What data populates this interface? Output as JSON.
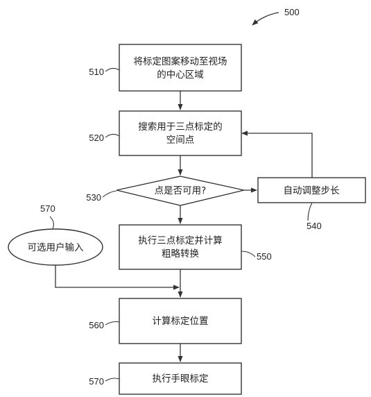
{
  "figure_number": "500",
  "steps": [
    {
      "ref": "510",
      "lines": [
        "将标定图案移动至视场",
        "的中心区域"
      ]
    },
    {
      "ref": "520",
      "lines": [
        "搜索用于三点标定的",
        "空间点"
      ]
    },
    {
      "ref": "530",
      "lines": [
        "点是否可用?"
      ]
    },
    {
      "ref": "540",
      "lines": [
        "自动调整步长"
      ]
    },
    {
      "ref": "550",
      "lines": [
        "执行三点标定并计算",
        "粗略转换"
      ]
    },
    {
      "ref": "560",
      "lines": [
        "计算标定位置"
      ]
    },
    {
      "ref": "570",
      "lines": [
        "执行手眼标定"
      ]
    }
  ],
  "optional_input": {
    "ref": "570",
    "label": "可选用户输入"
  }
}
